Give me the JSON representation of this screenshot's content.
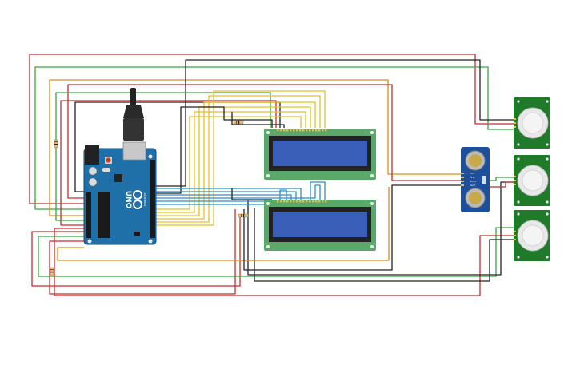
{
  "arduino": {
    "brand": "ARDUINO",
    "model": "UNO",
    "color": "#1f6fa8"
  },
  "lcd": {
    "board_color": "#5aa86a",
    "screen_color": "#3a5fb8"
  },
  "ultrasonic": {
    "board_color": "#1e4f9a",
    "pin_labels": [
      "Vcc",
      "Trig",
      "Echo",
      "Gnd"
    ]
  },
  "pir": {
    "board_color": "#1f7a2a",
    "count": 3
  },
  "wires": {
    "red": "#cc2a2a",
    "green": "#3aa640",
    "black": "#222222",
    "orange": "#e08a1a",
    "yellow": "#e6c020",
    "blue": "#2f8fcf"
  }
}
